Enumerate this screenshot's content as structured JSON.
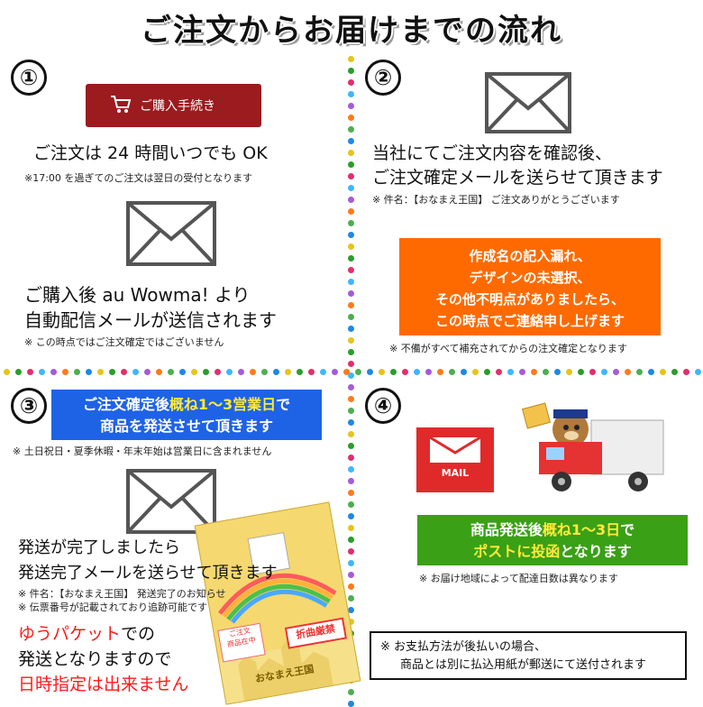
{
  "title": "ご注文からお届けまでの流れ",
  "colors": {
    "dots": [
      "#e8c31a",
      "#2a9d2a",
      "#e12e6d",
      "#3fb6ff",
      "#a55bd7",
      "#ff7a1a",
      "#4caf50",
      "#1e88e5"
    ],
    "cart_button": "#9b1b1e",
    "orange_banner": "#ff6a00",
    "blue_banner": "#1e63e6",
    "green_banner": "#3aa016",
    "mail_red": "#e02a2a"
  },
  "step1": {
    "number": "①",
    "cart_button_label": "ご購入手続き",
    "order_line": "ご注文は 24 時間いつでも OK",
    "order_note": "※17:00 を過ぎてのご注文は翌日の受付となります",
    "auto_mail_line1": "ご購入後 au Wowma! より",
    "auto_mail_line2": "自動配信メールが送信されます",
    "auto_mail_note": "※ この時点ではご注文確定ではございません"
  },
  "step2": {
    "number": "②",
    "confirm_line1": "当社にてご注文内容を確認後、",
    "confirm_line2": "ご注文確定メールを送らせて頂きます",
    "subject_note": "※ 件名：【おなまえ王国】 ご注文ありがとうございます",
    "banner_lines": [
      "作成名の記入漏れ、",
      "デザインの未選択、",
      "その他不明点がありましたら、",
      "この時点でご連絡申し上げます"
    ],
    "banner_note": "※ 不備がすべて補充されてからの注文確定となります"
  },
  "step3": {
    "number": "③",
    "banner_line1_a": "ご注文確定後",
    "banner_line1_b": "概ね1～3営業日",
    "banner_line1_c": "で",
    "banner_line2": "商品を発送させて頂きます",
    "holiday_note": "※ 土日祝日・夏季休暇・年末年始は営業日に含まれません",
    "shipped_line1": "発送が完了しましたら",
    "shipped_line2": "発送完了メールを送らせて頂きます",
    "subject_note": "※ 件名：【おなまえ王国】 発送完了のお知らせ",
    "tracking_note": "※ 伝票番号が記載されており追跡可能です",
    "packet_a": "ゆうパケット",
    "packet_b": "での",
    "packet_line2": "発送となりますので",
    "no_date": "日時指定は出来ません",
    "envelope_label1": "ご注文",
    "envelope_label2": "商品在中",
    "envelope_stamp": "折曲厳禁",
    "envelope_brand": "おなまえ王国"
  },
  "step4": {
    "number": "④",
    "mailbox_label": "MAIL",
    "banner_line1_a": "商品発送後",
    "banner_line1_b": "概ね1～3日",
    "banner_line1_c": "で",
    "banner_line2_a": "ポストに投函",
    "banner_line2_b": "となります",
    "region_note": "※ お届け地域によって配達日数は異なります"
  },
  "payment_note": {
    "line1": "※ お支払方法が後払いの場合、",
    "line2": "商品とは別に払込用紙が郵送にて送付されます"
  }
}
